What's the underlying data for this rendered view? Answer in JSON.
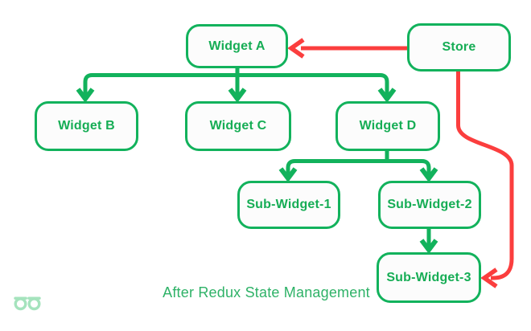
{
  "diagram": {
    "caption": "After Redux State Management",
    "nodes": {
      "widget_a": {
        "label": "Widget A"
      },
      "store": {
        "label": "Store"
      },
      "widget_b": {
        "label": "Widget B"
      },
      "widget_c": {
        "label": "Widget C"
      },
      "widget_d": {
        "label": "Widget D"
      },
      "sub_widget_1": {
        "label": "Sub-Widget-1"
      },
      "sub_widget_2": {
        "label": "Sub-Widget-2"
      },
      "sub_widget_3": {
        "label": "Sub-Widget-3"
      }
    },
    "edges": [
      {
        "from": "Store",
        "to": "Widget A",
        "color": "red"
      },
      {
        "from": "Store",
        "to": "Sub-Widget-3",
        "color": "red"
      },
      {
        "from": "Widget A",
        "to": "Widget B",
        "color": "green"
      },
      {
        "from": "Widget A",
        "to": "Widget C",
        "color": "green"
      },
      {
        "from": "Widget A",
        "to": "Widget D",
        "color": "green"
      },
      {
        "from": "Widget D",
        "to": "Sub-Widget-1",
        "color": "green"
      },
      {
        "from": "Widget D",
        "to": "Sub-Widget-2",
        "color": "green"
      },
      {
        "from": "Sub-Widget-2",
        "to": "Sub-Widget-3",
        "color": "green"
      }
    ],
    "colors": {
      "green": "#12b25c",
      "red": "#fb3e3e",
      "node_text": "#16ad55",
      "caption_text": "#2eb267",
      "box_fill": "#fcfcfc",
      "logo_green": "#a5e3bd"
    },
    "logo": "geeksforgeeks-logo"
  }
}
